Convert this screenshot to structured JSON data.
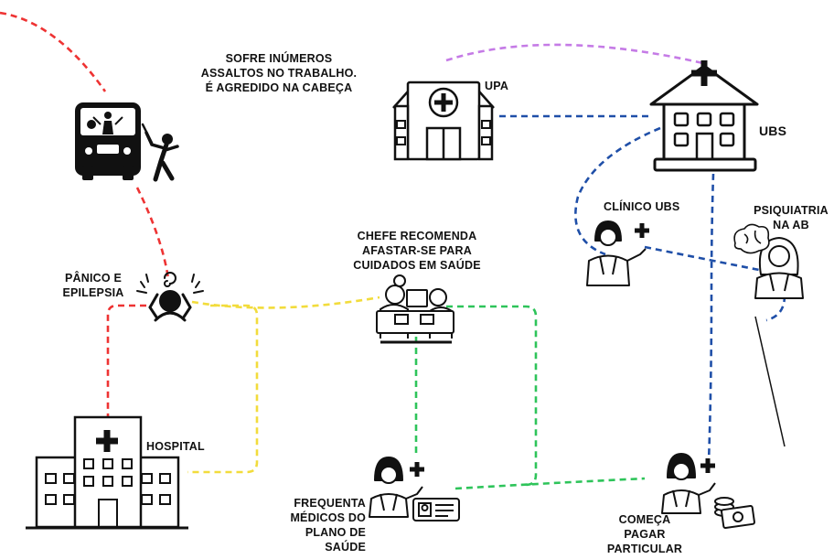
{
  "colors": {
    "red": "#ee3333",
    "yellow": "#f2dc3c",
    "green": "#2ec45a",
    "blue": "#1f4fa8",
    "purple": "#c57be6",
    "ink": "#111111"
  },
  "labels": {
    "assault": [
      "SOFRE INÚMEROS",
      "ASSALTOS NO TRABALHO.",
      "É AGREDIDO NA CABEÇA"
    ],
    "panic": [
      "PÂNICO E",
      "EPILEPSIA"
    ],
    "hospital": [
      "HOSPITAL"
    ],
    "upa": [
      "UPA"
    ],
    "ubs": [
      "UBS"
    ],
    "boss": [
      "CHEFE RECOMENDA",
      "AFASTAR-SE PARA",
      "CUIDADOS EM SAÚDE"
    ],
    "clinico": [
      "CLÍNICO UBS"
    ],
    "psiq": [
      "PSIQUIATRIA",
      "NA AB"
    ],
    "plano": [
      "FREQUENTA",
      "MÉDICOS DO",
      "PLANO DE",
      "SAÚDE"
    ],
    "particular": [
      "COMEÇA",
      "PAGAR",
      "PARTICULAR"
    ]
  },
  "icons": [
    "bus-icon",
    "robber-icon",
    "panic-head-icon",
    "hospital-icon",
    "upa-icon",
    "ubs-icon",
    "meeting-icon",
    "clinician-doctor-icon",
    "psychiatrist-icon",
    "plan-doctor-icon",
    "private-doctor-icon",
    "id-card-icon",
    "money-icon",
    "brain-icon"
  ]
}
